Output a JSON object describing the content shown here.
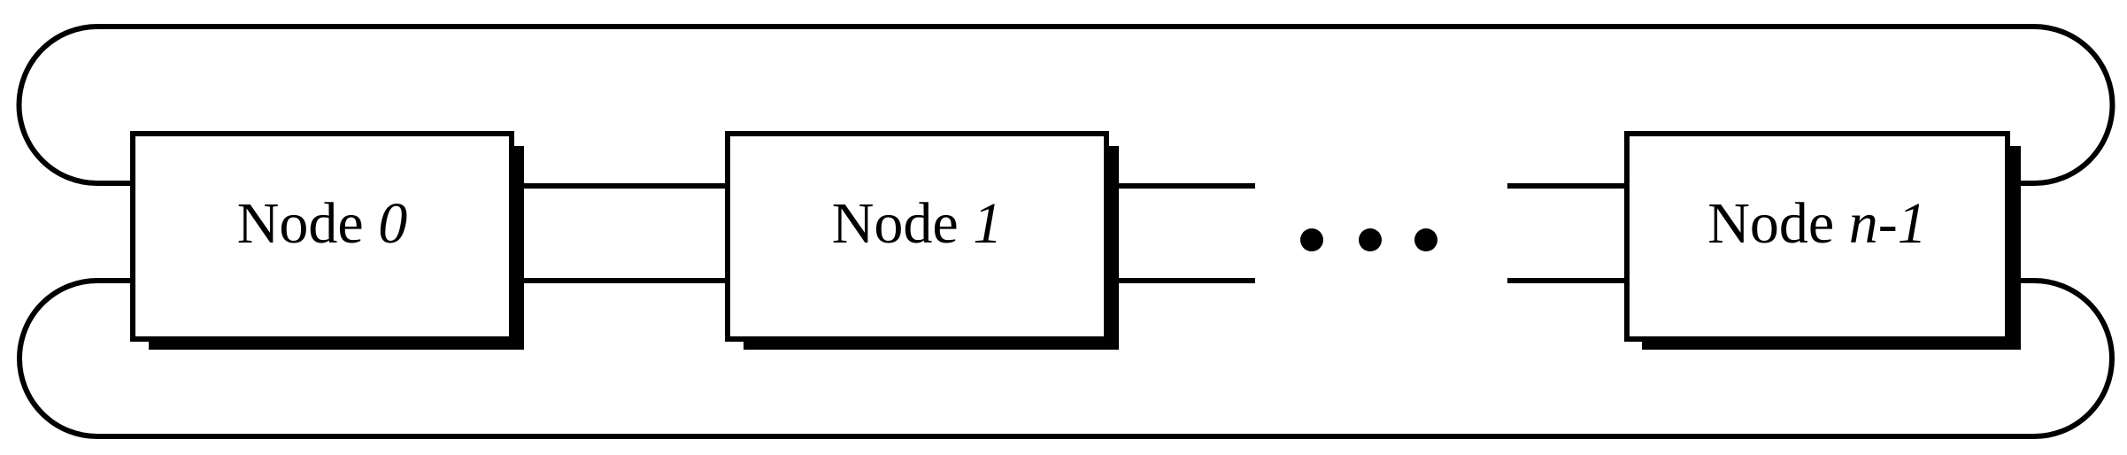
{
  "nodes": [
    {
      "prefix": "Node ",
      "index": "0"
    },
    {
      "prefix": "Node ",
      "index": "1"
    },
    {
      "prefix": "Node ",
      "index": "n-1"
    }
  ],
  "colors": {
    "stroke": "#000000",
    "background": "#ffffff"
  }
}
